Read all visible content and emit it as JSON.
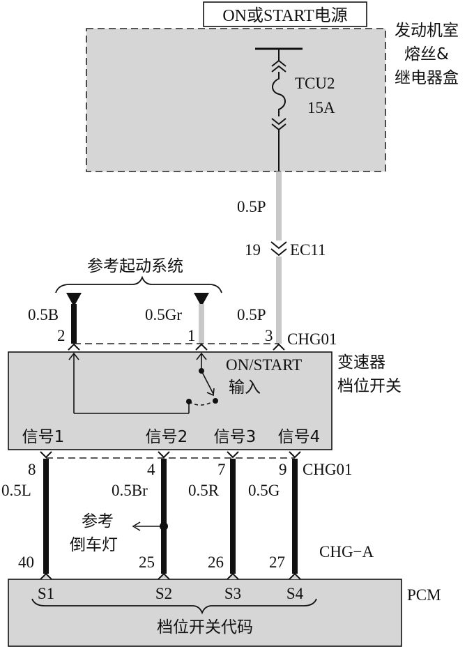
{
  "power_label": "ON或START电源",
  "fuse_box": {
    "line1": "发动机室",
    "line2": "熔丝&",
    "line3": "继电器盒"
  },
  "fuse": {
    "name": "TCU2",
    "rating": "15A"
  },
  "wire_top": {
    "gauge_color": "0.5P",
    "pin": "19",
    "connector": "EC11"
  },
  "ref_start_system": "参考起动系统",
  "chg01_top": {
    "wire2": "0.5B",
    "wire1": "0.5Gr",
    "wire3": "0.5P",
    "pin2": "2",
    "pin1": "1",
    "pin3": "3",
    "connector": "CHG01"
  },
  "switch": {
    "input_line1": "ON/START",
    "input_line2": "输入",
    "name_line1": "变速器",
    "name_line2": "档位开关",
    "signals": [
      "信号1",
      "信号2",
      "信号3",
      "信号4"
    ]
  },
  "chg01_bottom": {
    "pins": [
      "8",
      "4",
      "7",
      "9"
    ],
    "connector": "CHG01",
    "wires": [
      "0.5L",
      "0.5Br",
      "0.5R",
      "0.5G"
    ]
  },
  "reverse_light_ref": {
    "line1": "参考",
    "line2": "倒车灯"
  },
  "chg_a": {
    "pins": [
      "40",
      "25",
      "26",
      "27"
    ],
    "connector": "CHG−A"
  },
  "pcm": {
    "label": "PCM",
    "inputs": [
      "S1",
      "S2",
      "S3",
      "S4"
    ],
    "code_label": "档位开关代码"
  },
  "colors": {
    "box_fill": "#d6d6d6",
    "wire_black": "#111111",
    "wire_gray": "#c8c8c8",
    "wire_pink_shown_gray": "#c8c8c8"
  }
}
